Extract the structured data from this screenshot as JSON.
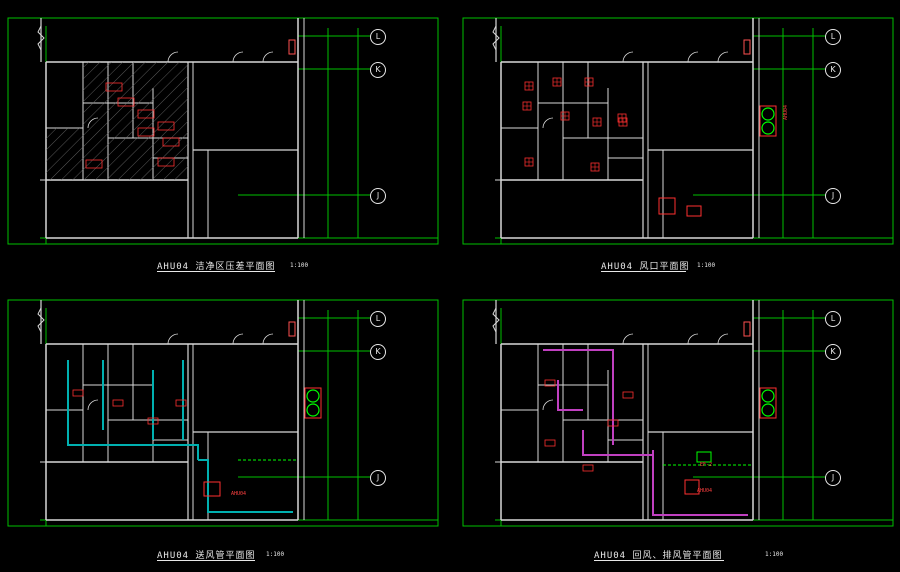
{
  "drawing": {
    "background": "#000000",
    "colors": {
      "frame": "#00c000",
      "wall": "#d8d8d8",
      "grid": "#00c000",
      "supply_duct": "#00b0b0",
      "return_duct": "#c040c0",
      "equipment": "#ff3030",
      "label": "#f2e36a",
      "caption": "#e8e8e8"
    }
  },
  "panels": [
    {
      "id": "pressure",
      "caption": "AHU04 洁净区压差平面图",
      "scale": "1:100",
      "axes": [
        "L",
        "K",
        "J"
      ]
    },
    {
      "id": "air-outlets",
      "caption": "AHU04 风口平面图",
      "scale": "1:100",
      "axes": [
        "L",
        "K",
        "J"
      ]
    },
    {
      "id": "supply-duct",
      "caption": "AHU04 送风管平面图",
      "scale": "1:100",
      "axes": [
        "L",
        "K",
        "J"
      ]
    },
    {
      "id": "return-exhaust-duct",
      "caption": "AHU04 回风、排风管平面图",
      "scale": "1:100",
      "axes": [
        "L",
        "K",
        "J"
      ]
    }
  ],
  "equipment_tags": {
    "ahu": "AHU04",
    "ef": "EF-2"
  }
}
